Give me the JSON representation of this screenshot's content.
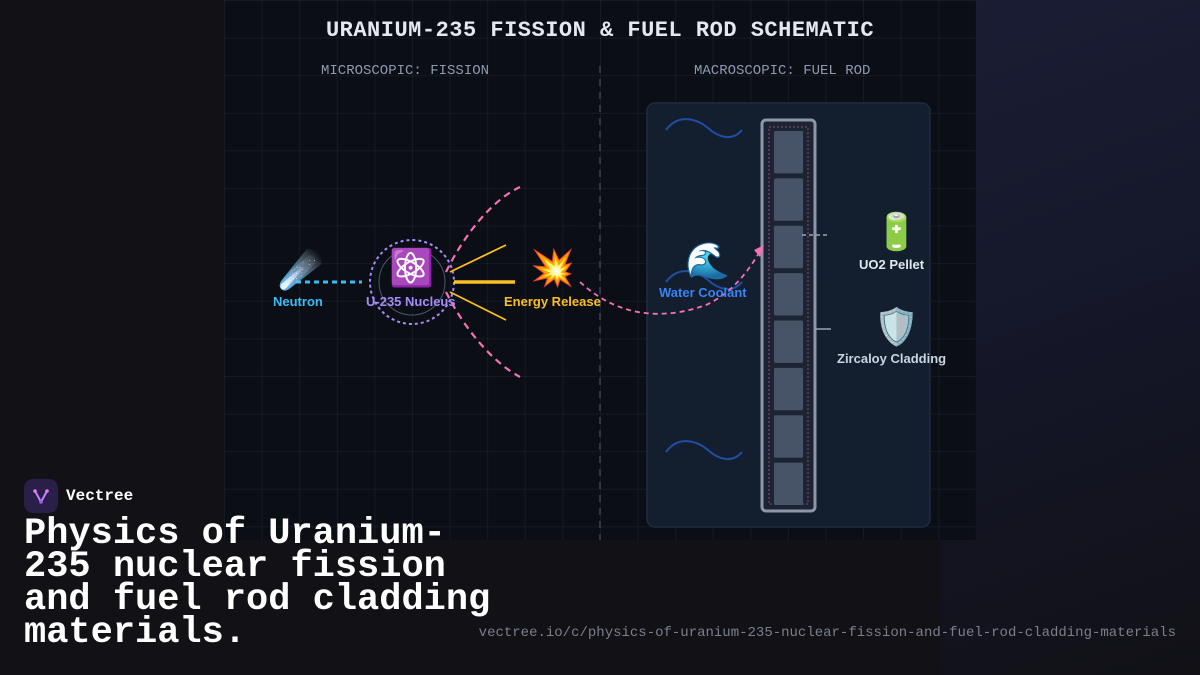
{
  "diagram": {
    "title": "URANIUM-235 FISSION & FUEL ROD SCHEMATIC",
    "sections": {
      "left": "MICROSCOPIC: FISSION",
      "right": "MACROSCOPIC: FUEL ROD"
    },
    "nodes": {
      "neutron": {
        "icon": "☄️",
        "label": "Neutron",
        "color": "#38bdf8"
      },
      "nucleus": {
        "icon": "⚛️",
        "label": "U-235 Nucleus",
        "color": "#a78bfa"
      },
      "energy": {
        "icon": "💥",
        "label": "Energy Release",
        "color": "#fbbf24"
      },
      "coolant": {
        "icon": "🌊",
        "label": "Water Coolant",
        "color": "#3b82f6"
      },
      "pellet": {
        "icon": "🔋",
        "label": "UO2 Pellet",
        "color": "#e2e8f0"
      },
      "cladding": {
        "icon": "🛡️",
        "label": "Zircaloy Cladding",
        "color": "#cbd5e1"
      }
    },
    "accent_colors": {
      "fission_paths": "#f472b6",
      "energy_rays": "#fbbf24",
      "neutron_path": "#38bdf8",
      "nucleus_ring": "#a78bfa"
    },
    "fuel_rod": {
      "pellet_count": 8
    }
  },
  "branding": {
    "name": "Vectree",
    "headline": "Physics of Uranium-235 nuclear fission and fuel rod cladding materials.",
    "url": "vectree.io/c/physics-of-uranium-235-nuclear-fission-and-fuel-rod-cladding-materials"
  }
}
